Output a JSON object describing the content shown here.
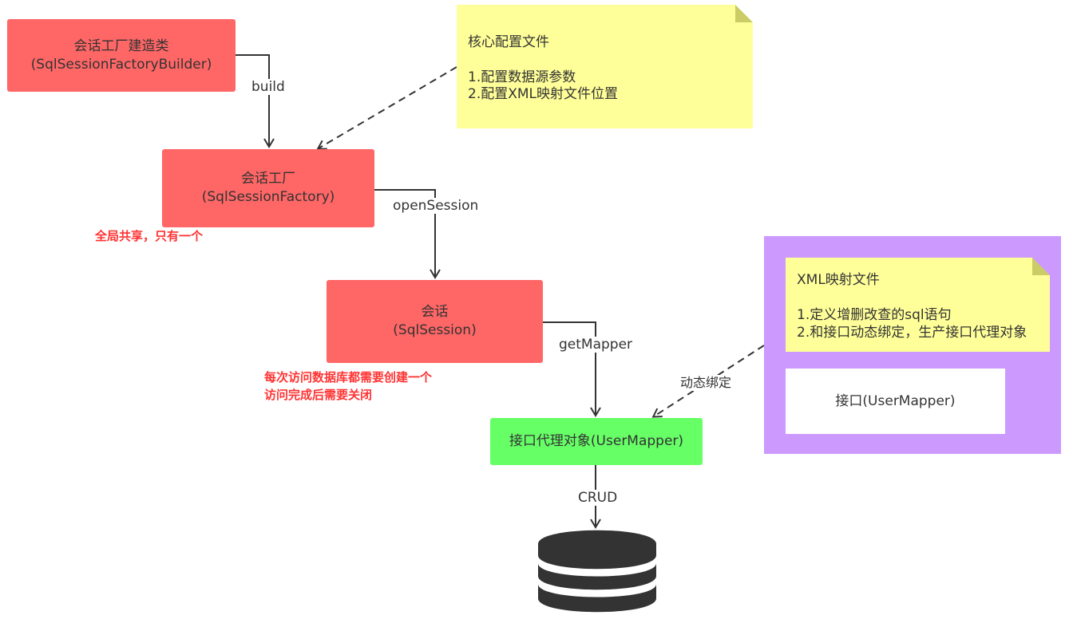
{
  "nodes": {
    "builder": {
      "line1": "会话工厂建造类",
      "line2": "(SqlSessionFactoryBuilder)"
    },
    "factory": {
      "line1": "会话工厂",
      "line2": "(SqlSessionFactory)"
    },
    "session": {
      "line1": "会话",
      "line2": "(SqlSession)"
    },
    "proxy": {
      "label": "接口代理对象(UserMapper)"
    },
    "interface": {
      "label": "接口(UserMapper)"
    }
  },
  "notes": {
    "core_config": {
      "title": "核心配置文件",
      "item1": "1.配置数据源参数",
      "item2": "2.配置XML映射文件位置"
    },
    "xml_mapping": {
      "title": "XML映射文件",
      "item1": "1.定义增删改查的sql语句",
      "item2": "2.和接口动态绑定，生产接口代理对象"
    }
  },
  "edges": {
    "build": "build",
    "open_session": "openSession",
    "get_mapper": "getMapper",
    "crud": "CRUD",
    "dynamic_binding": "动态绑定"
  },
  "annotations": {
    "factory_note": "全局共享，只有一个",
    "session_note_line1": "每次访问数据库都需要创建一个",
    "session_note_line2": "访问完成后需要关闭"
  },
  "colors": {
    "node_red": "#ff6666",
    "node_green": "#66ff66",
    "note_yellow": "#ffff99",
    "container_purple": "#cc99ff",
    "warning_text": "#ff3333",
    "database": "#333333"
  },
  "icons": {
    "database": "database-icon"
  }
}
